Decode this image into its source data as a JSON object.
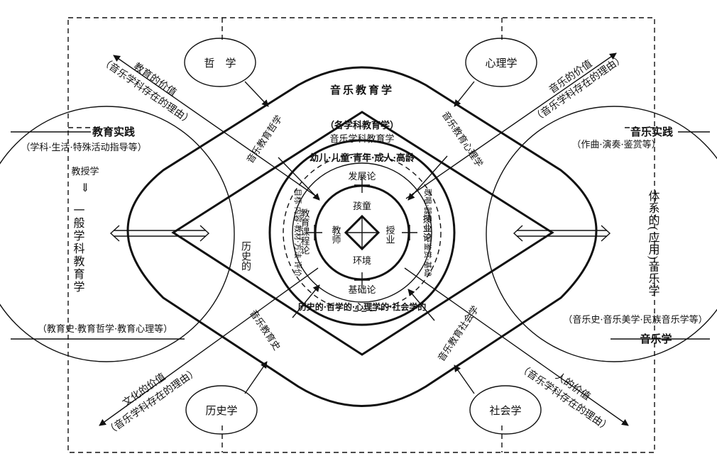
{
  "nodes": {
    "philosophy": "哲　学",
    "psychology": "心理学",
    "history": "历史学",
    "sociology": "社会学"
  },
  "title": "音乐教育学",
  "values": {
    "education_value": "教育的价值",
    "music_value": "音乐的价值",
    "culture_value": "文化的价值",
    "human_value": "人的价值",
    "reason": "（音乐学科存在的理由）"
  },
  "practice": {
    "education_practice": "教育实践",
    "education_practice_sub": "（学科·生活·特殊活动指导等）",
    "music_practice": "音乐实践",
    "music_practice_sub": "（作曲·演奏·鉴赏等）",
    "education_theory_sub": "（教育史·教育哲学·教育心理等）",
    "music_theory_sub": "（音乐史·音乐美学·民族音乐学等）",
    "musicology": "音乐学"
  },
  "left_column": {
    "teaching_method": "教授学",
    "down_arrow": "⇓",
    "general_pedagogy": "一般学科教育学"
  },
  "right_column": {
    "systematic_musicology": "体系的(应用)音乐学"
  },
  "diamond_labels": {
    "music_ed_philosophy": "音乐教育哲学",
    "music_ed_psychology": "音乐教育心理学",
    "music_ed_history": "音乐教育史",
    "music_ed_sociology": "音乐教育社会学",
    "historical": "历史的"
  },
  "ring_labels": {
    "subject_pedagogy": "（各学科教育学）",
    "music_subject_pedagogy": "音乐学科教育学",
    "life_stages": "幼儿·儿童·青年·成人·高龄",
    "historical_perspectives": "历史的·哲学的·心理学的·社会学的",
    "goals_content": "目标·内容·教材·方法·评价",
    "fields": "歌唱·器乐·创作·鉴赏·基础"
  },
  "inner_labels": {
    "development": "发展论",
    "curriculum": "教育课程论",
    "instruction": "授业论",
    "foundation": "基础论"
  },
  "center": {
    "child": "孩童",
    "teacher": "教师",
    "lesson": "授业",
    "environment": "环境"
  }
}
